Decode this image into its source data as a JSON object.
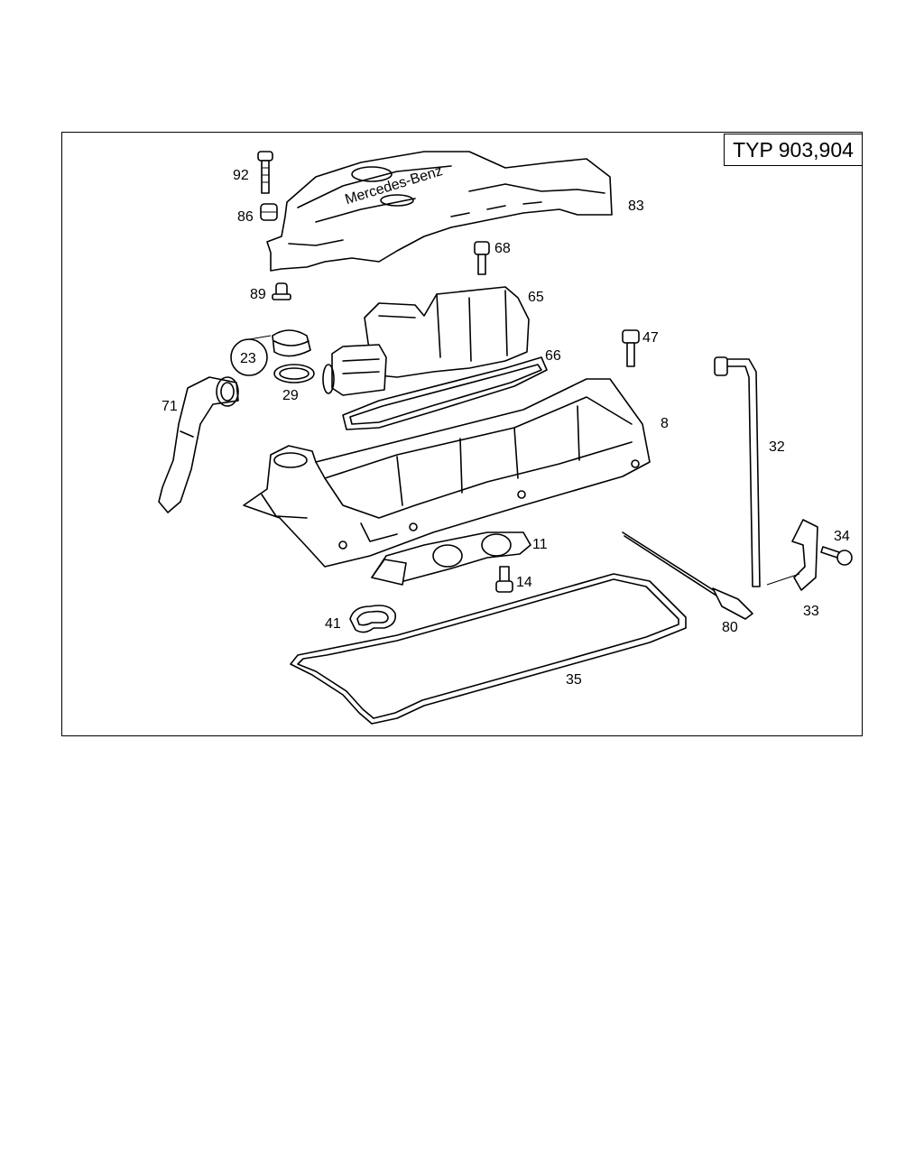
{
  "header": {
    "typ": "TYP 903,904"
  },
  "callouts": [
    "92",
    "86",
    "83",
    "68",
    "89",
    "65",
    "23",
    "47",
    "29",
    "66",
    "71",
    "8",
    "32",
    "34",
    "11",
    "14",
    "33",
    "41",
    "80",
    "35"
  ],
  "logo_text": "Mercedes-Benz"
}
